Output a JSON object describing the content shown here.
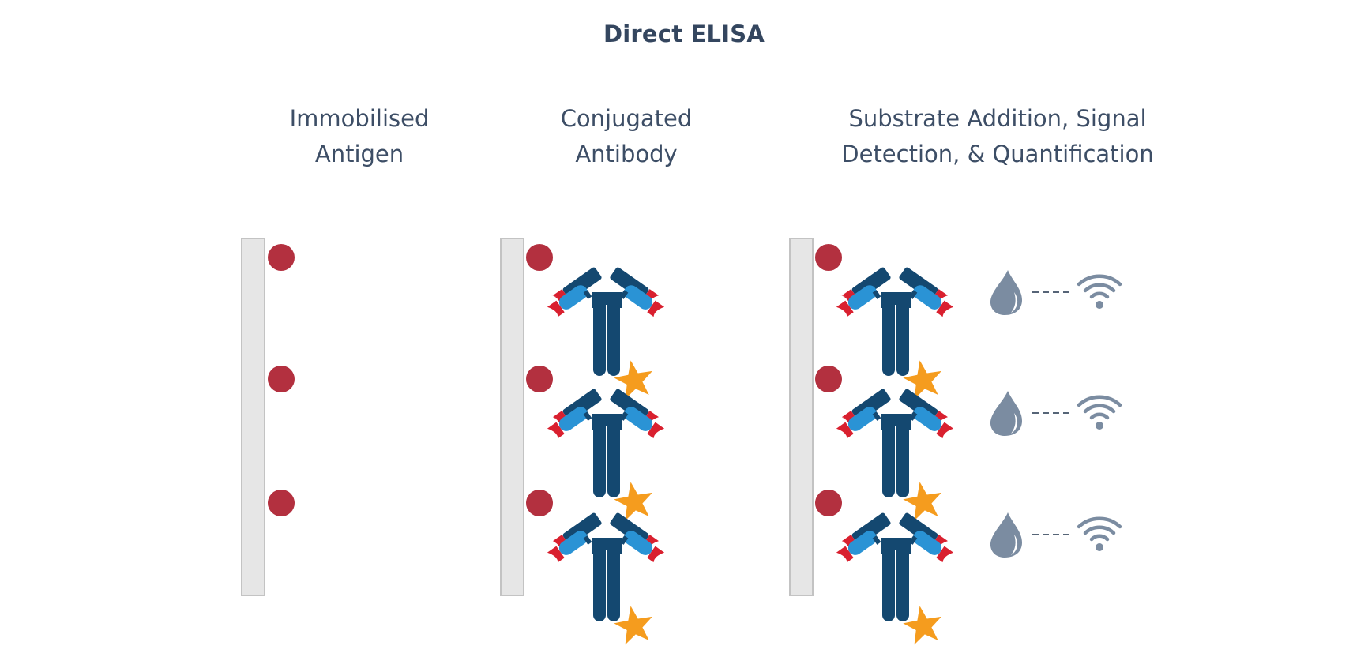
{
  "title": "Direct ELISA",
  "steps": [
    {
      "id": "immobilised-antigen",
      "lines": [
        "Immobilised",
        "Antigen"
      ]
    },
    {
      "id": "conjugated-antibody",
      "lines": [
        "Conjugated",
        "Antibody"
      ]
    },
    {
      "id": "substrate-detection",
      "lines": [
        "Substrate Addition, Signal",
        "Detection, & Quantification"
      ]
    }
  ],
  "legend_icons": {
    "plate": "plate-surface",
    "antigen": "antigen-circle",
    "antibody": "antibody-y-shape",
    "enzyme": "enzyme-star",
    "substrate": "substrate-drop-icon",
    "signal": "signal-wifi-icon"
  },
  "rows_per_panel": 3,
  "colors": {
    "title": "#34465f",
    "heading": "#3d4e66",
    "plate_fill": "#e6e6e6",
    "plate_border": "#c3c3c3",
    "antigen": "#b3303f",
    "antibody_heavy": "#144870",
    "antibody_light": "#2a93d5",
    "antibody_tip": "#d9202f",
    "enzyme_star": "#f59c1e",
    "signal_icon": "#7b8ca1",
    "dash": "#2c3e55"
  }
}
